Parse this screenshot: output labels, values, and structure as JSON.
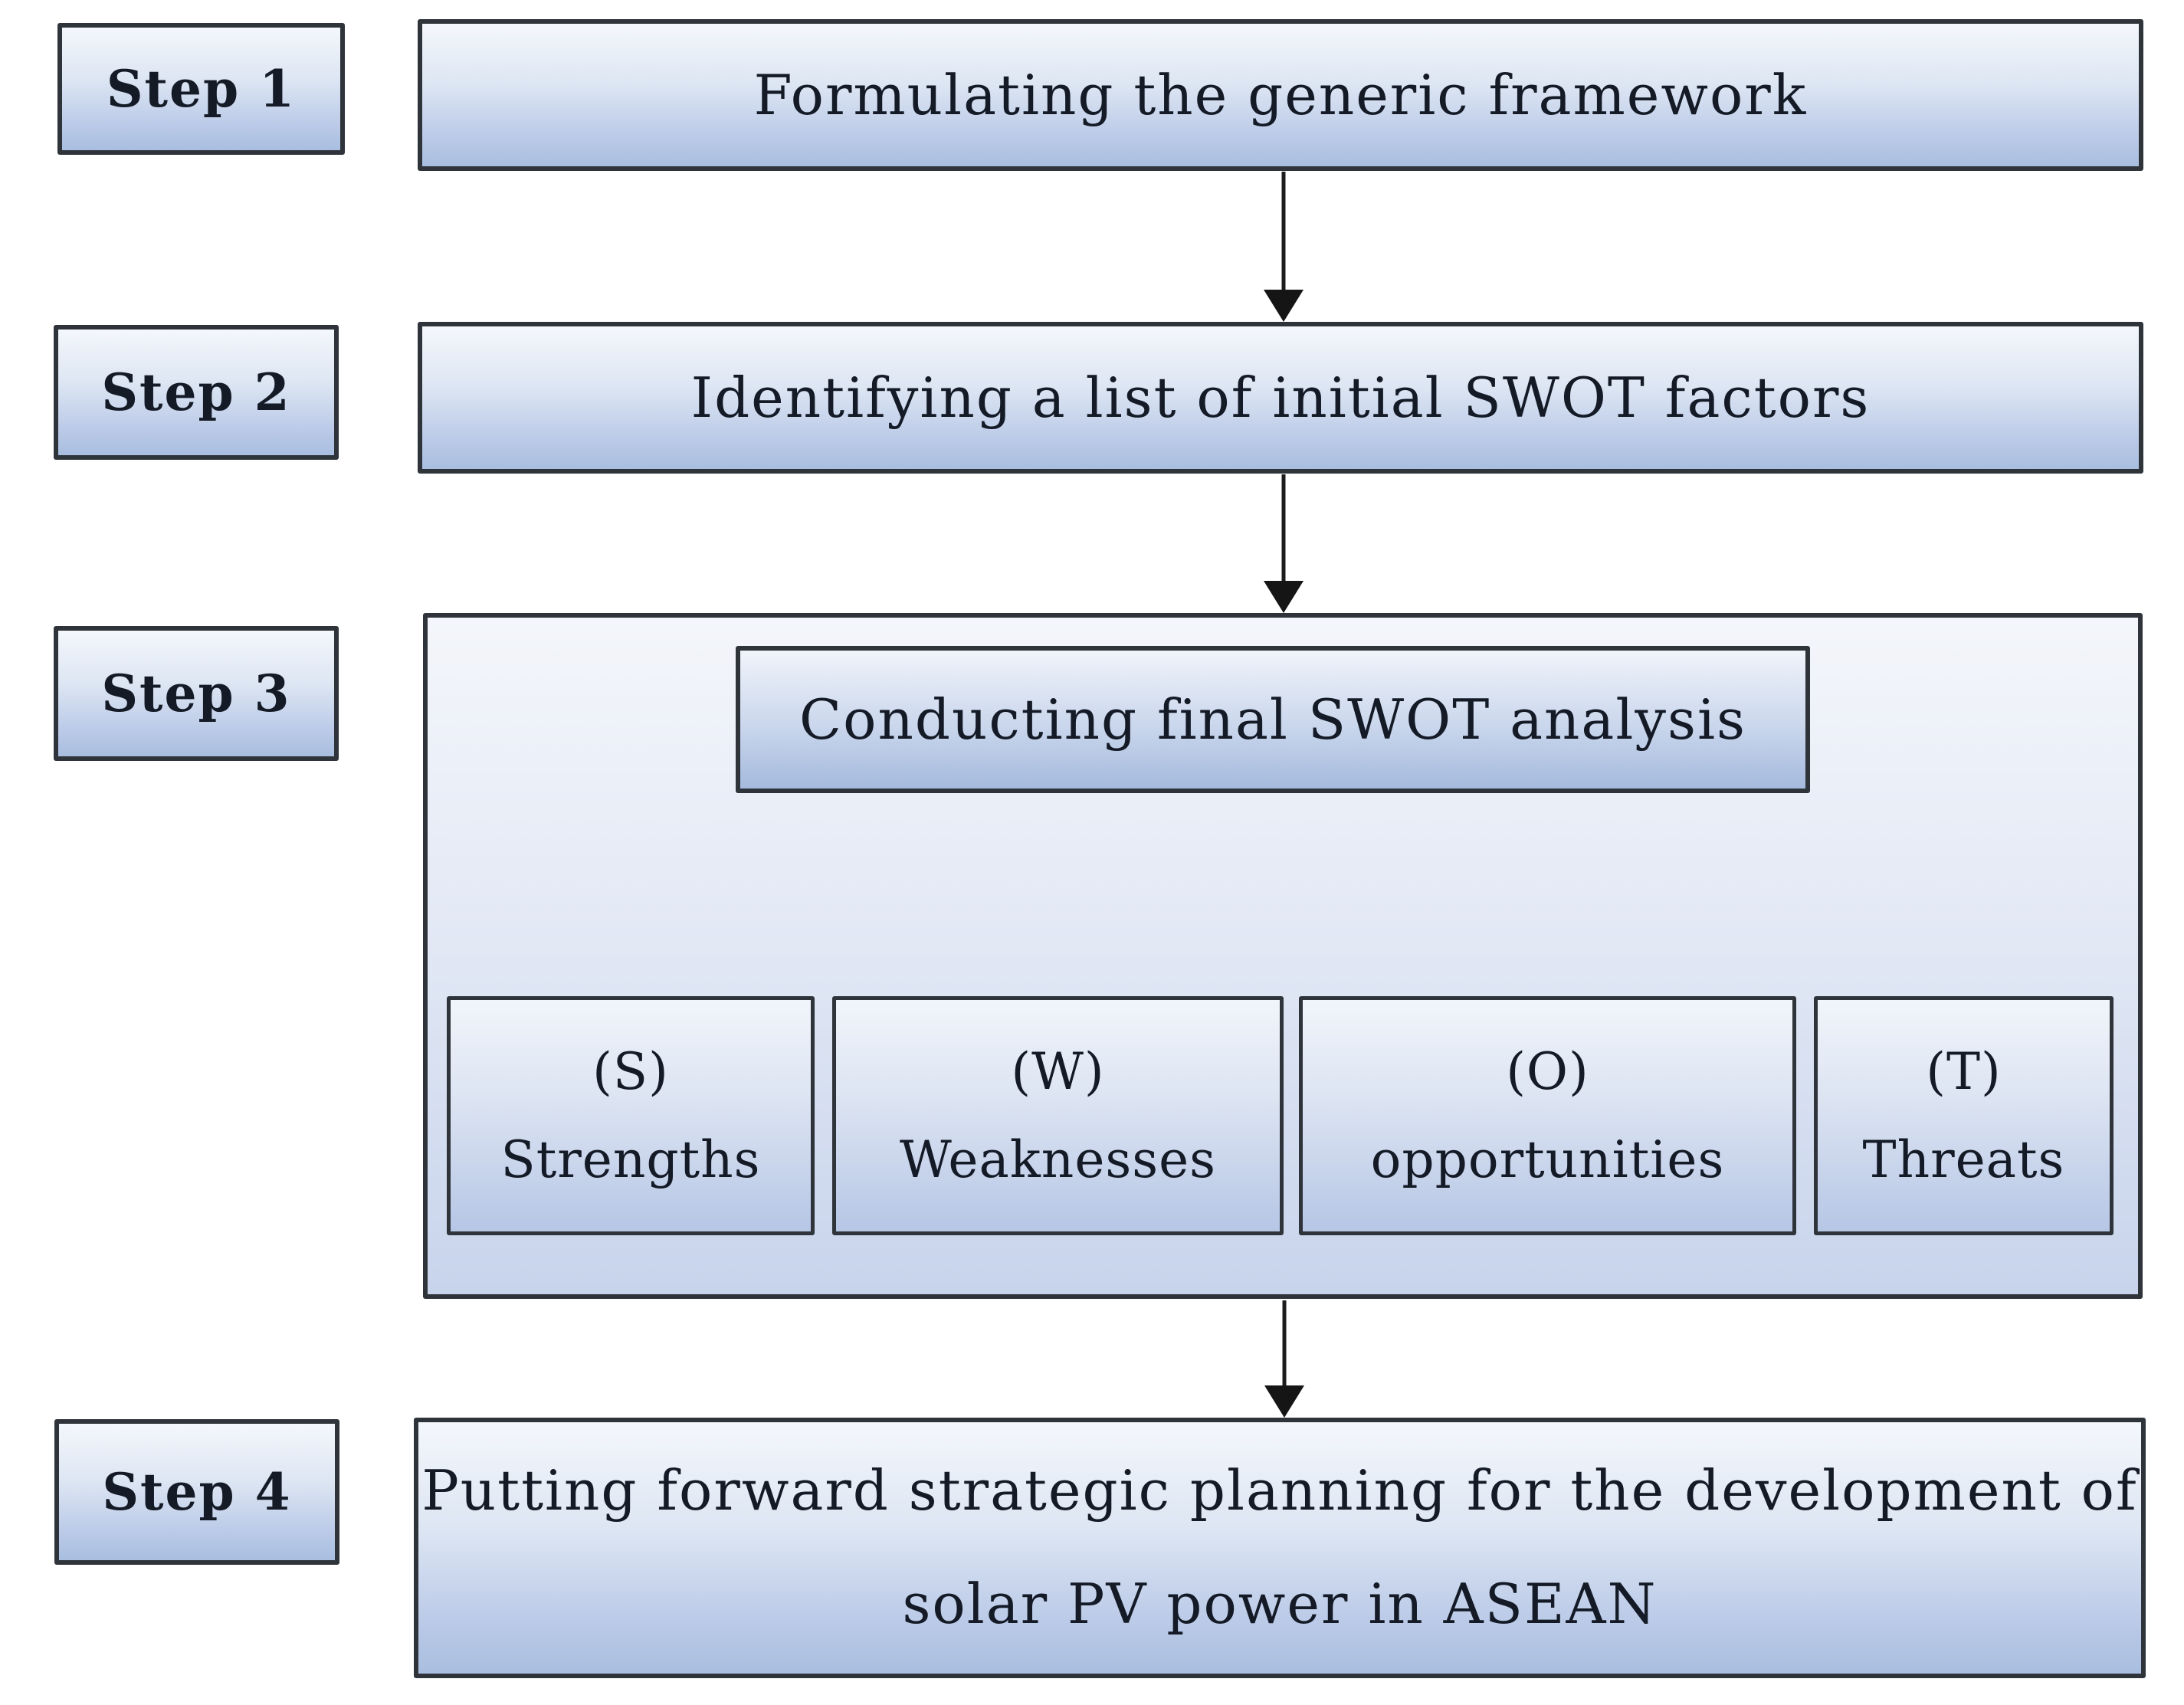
{
  "steps": [
    {
      "label": "Step 1",
      "box": "Formulating the generic framework"
    },
    {
      "label": "Step 2",
      "box": "Identifying a list of initial SWOT factors"
    },
    {
      "label": "Step 3",
      "box": "Conducting final SWOT analysis"
    },
    {
      "label": "Step 4",
      "box_lines": [
        "Putting forward strategic planning for the development of",
        "solar PV power in ASEAN"
      ]
    }
  ],
  "swot": [
    {
      "code": "(S)",
      "name": "Strengths"
    },
    {
      "code": "(W)",
      "name": "Weaknesses"
    },
    {
      "code": "(O)",
      "name": "opportunities"
    },
    {
      "code": "(T)",
      "name": "Threats"
    }
  ],
  "colors": {
    "box_fill_top": "#f4f7fc",
    "box_fill_bottom": "#a9bee0",
    "box_border": "#2f343a",
    "connector_line": "#1c1c1c",
    "text": "#141a26",
    "background": "#ffffff"
  }
}
